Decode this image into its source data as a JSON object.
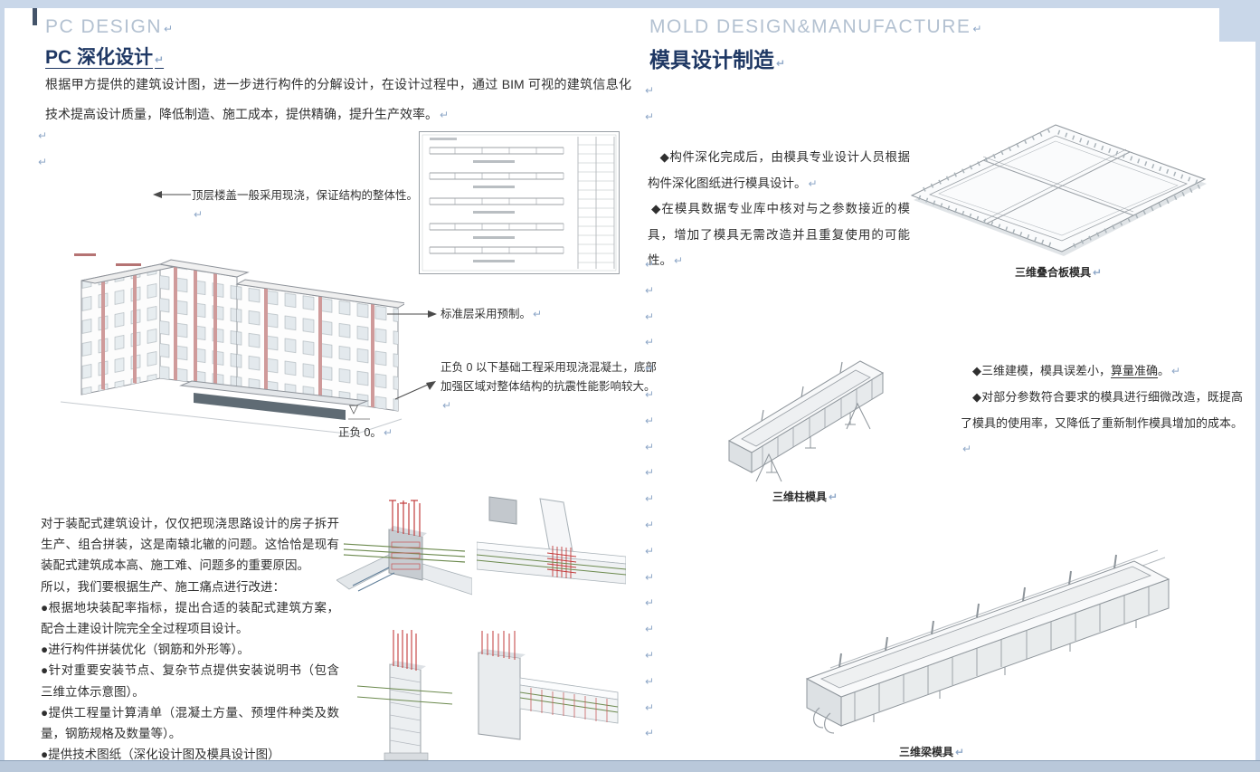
{
  "marks": {
    "pilcrow": "↵"
  },
  "colors": {
    "title_blue": "#1f3864",
    "eyebrow_gray": "#b3c1d1",
    "building_red_accent": "#cf9a9a",
    "rebar_red": "#c23b3b",
    "rebar_green": "#6c8a4e",
    "page_edge_blue": "#c9d7e9"
  },
  "left": {
    "eyebrow": "PC DESIGN",
    "title": "PC 深化设计",
    "intro": "根据甲方提供的建筑设计图，进一步进行构件的分解设计，在设计过程中，通过 BIM 可视的建筑信息化技术提高设计质量，降低制造、施工成本，提供精确，提升生产效率。",
    "figure": {
      "annotation_top": "顶层楼盖一般采用现浇，保证结构的整体性。",
      "annotation_mid": "标准层采用预制。",
      "annotation_bottom": "正负 0 以下基础工程采用现浇混凝土，底部加强区域对整体结构的抗震性能影响较大。",
      "level_symbol": "▽",
      "level_label": "正负 0。"
    },
    "bottom_paragraphs": [
      "对于装配式建筑设计，仅仅把现浇思路设计的房子拆开生产、组合拼装，这是南辕北辙的问题。这恰恰是现有装配式建筑成本高、施工难、问题多的重要原因。",
      "所以，我们要根据生产、施工痛点进行改进：",
      "●根据地块装配率指标，提出合适的装配式建筑方案，配合土建设计院完全全过程项目设计。",
      "●进行构件拼装优化（钢筋和外形等）。",
      "●针对重要安装节点、复杂节点提供安装说明书（包含三维立体示意图）。",
      "●提供工程量计算清单（混凝土方量、预埋件种类及数量，钢筋规格及数量等）。",
      "●提供技术图纸（深化设计图及模具设计图）"
    ]
  },
  "right": {
    "eyebrow": "MOLD DESIGN&MANUFACTURE",
    "title": "模具设计制造",
    "para1": "◆构件深化完成后，由模具专业设计人员根据构件深化图纸进行模具设计。",
    "para2": "◆在模具数据专业库中核对与之参数接近的模具，增加了模具无需改造并且重复使用的可能性。",
    "mid_para1_prefix": "◆三维建模，模具误差小，",
    "mid_para1_underline": "算量准确",
    "mid_para1_suffix": "。",
    "mid_para2": "◆对部分参数符合要求的模具进行细微改造，既提高了模具的使用率，又降低了重新制作模具增加的成本。",
    "caption_slab": "三维叠合板模具",
    "caption_column": "三维柱模具",
    "caption_beam": "三维梁模具"
  }
}
